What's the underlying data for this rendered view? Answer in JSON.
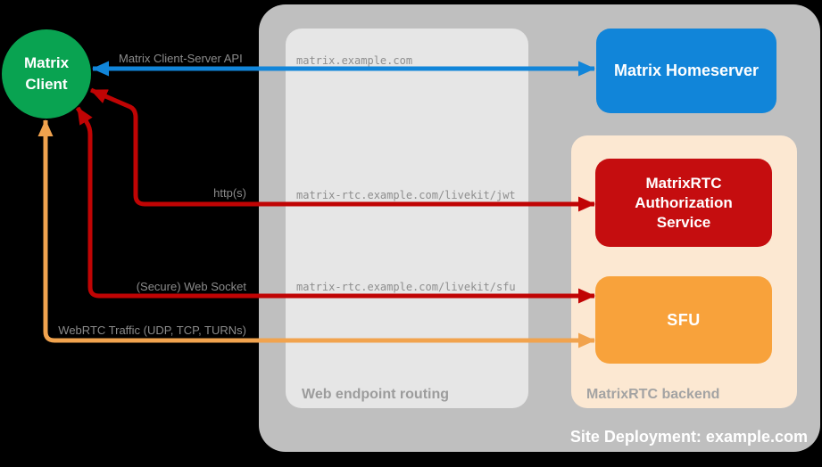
{
  "nodes": {
    "client": {
      "line1": "Matrix",
      "line2": "Client"
    },
    "homeserver": {
      "label": "Matrix Homeserver"
    },
    "auth_service": {
      "label": "MatrixRTC Authorization Service"
    },
    "sfu": {
      "label": "SFU"
    }
  },
  "containers": {
    "routing": {
      "label": "Web endpoint routing"
    },
    "backend": {
      "label": "MatrixRTC backend"
    },
    "site": {
      "label": "Site Deployment: example.com"
    }
  },
  "endpoints": [
    "matrix.example.com",
    "matrix-rtc.example.com/livekit/jwt",
    "matrix-rtc.example.com/livekit/sfu"
  ],
  "arrows": [
    {
      "label": "Matrix Client-Server API",
      "from": "Matrix Client",
      "to": "Matrix Homeserver",
      "color": "#1185d9",
      "direction": "bidirectional"
    },
    {
      "label": "http(s)",
      "from": "Matrix Client",
      "to": "MatrixRTC Authorization Service",
      "color": "#c00404",
      "direction": "bidirectional"
    },
    {
      "label": "(Secure) Web Socket",
      "from": "Matrix Client",
      "to": "SFU",
      "color": "#c00404",
      "direction": "bidirectional"
    },
    {
      "label": "WebRTC Traffic (UDP, TCP, TURNs)",
      "from": "Matrix Client",
      "to": "SFU",
      "color": "#f1a34e",
      "direction": "bidirectional"
    }
  ],
  "colors": {
    "background": "#000000",
    "site_container": "#bfbfbf",
    "routing_box": "#e6e6e6",
    "backend_box": "#fce8d2",
    "client_green": "#09a351",
    "homeserver_blue": "#1185d9",
    "auth_red": "#c50d0f",
    "sfu_orange": "#f8a23b",
    "label_gray": "#8b8b8b",
    "url_gray": "#8e8e8e",
    "site_label_white": "#ffffff"
  }
}
